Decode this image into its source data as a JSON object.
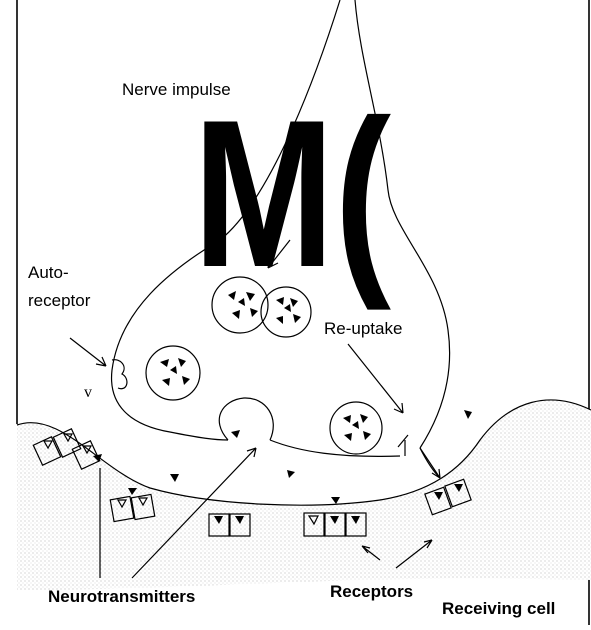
{
  "labels": {
    "nerve_impulse": "Nerve impulse",
    "auto_receptor_line1": "Auto-",
    "auto_receptor_line2": "receptor",
    "re_uptake": "Re-uptake",
    "v_mark": "v",
    "neurotransmitters": "Neurotransmitters",
    "receptors": "Receptors",
    "receiving_cell": "Receiving cell"
  },
  "overlay_glyphs": "M(",
  "colors": {
    "ink": "#000000",
    "background": "#ffffff",
    "stipple": "#bdbdbd"
  }
}
